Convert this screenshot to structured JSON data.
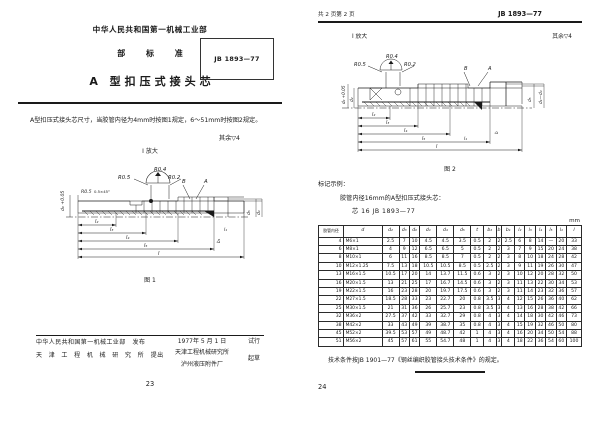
{
  "left_page": {
    "ministry": "中华人民共和国第一机械工业部",
    "standard_word": "部  标  准",
    "doc_title": "A 型扣压式接头芯",
    "std_number": "JB 1893—77",
    "body_text": "A型扣压式接头芯尺寸，当胶管内径为4mm时按图1规定，6～51mm时按图2规定。",
    "surface_note": "其余▽4",
    "figure_enlarge_label": "I 放大",
    "figure_caption": "图 1",
    "dim_labels": {
      "r04": "R0.4",
      "r05": "R0.5",
      "r02": "R0.2",
      "detail_b": "B",
      "detail_a": "A",
      "chamfer": "0.5×45°",
      "d_tol": "d₀ +0.05",
      "l2": "l₂",
      "l3": "l₃",
      "l4": "l₄",
      "l5": "l₅",
      "l1": "l₁",
      "l": "l",
      "d5": "d₅",
      "d1": "d₁",
      "d2": "d₂",
      "b": "b",
      "b1": "b₁",
      "t": "t"
    },
    "footer": {
      "issuer": "中华人民共和国第一机械工业部",
      "issuer_tag": "发布",
      "proposer": "天 津 工 程 机 械 研 究 所",
      "proposer_tag": "提出",
      "date": "1977年 5 月 1 日",
      "date_tag": "试行",
      "drafter_line1": "天津工程机械研究所",
      "drafter_line2": "泸州液压附件厂",
      "drafter_tag": "起草"
    },
    "page_number": "23"
  },
  "right_page": {
    "page_of": "共 2 页第 2 页",
    "std_number": "JB 1893—77",
    "figure_enlarge_label": "I 放大",
    "surface_note": "其余▽4",
    "figure_caption": "图 2",
    "mark_title": "标记示例：",
    "mark_line1": "胶管内径16mm的A型扣压式接头芯：",
    "mark_line2": "芯  16   JB 1893—77",
    "unit": "mm",
    "dim_labels": {
      "r04": "R0.4",
      "r05": "R0.5",
      "r02": "R0.2",
      "detail_b": "B",
      "detail_a": "A"
    },
    "tech_note": "技术条件按JB 1901—77《钢丝编织胶管接头技术条件》的规定。",
    "page_number": "24"
  },
  "table": {
    "headers": [
      "胶管内径",
      "d",
      "d₂",
      "d₃",
      "d₀",
      "d₁",
      "d₄",
      "d₅",
      "t",
      "b₂",
      "b",
      "b₁",
      "l₂",
      "l₃",
      "l₄",
      "l₅",
      "l₁",
      "l"
    ],
    "rows": [
      [
        "4",
        "M6×1",
        "2.5",
        "7",
        "10",
        "4.5",
        "4.5",
        "3.5",
        "0.5",
        "2",
        "2",
        "2.5",
        "6",
        "8",
        "14",
        "—",
        "20",
        "33"
      ],
      [
        "6",
        "M8×1",
        "4",
        "9",
        "12",
        "6.5",
        "6.5",
        "5",
        "0.5",
        "2",
        "2",
        "3",
        "7",
        "9",
        "15",
        "20",
        "24",
        "38"
      ],
      [
        "8",
        "M10×1",
        "6",
        "11",
        "16",
        "8.5",
        "8.5",
        "7",
        "0.5",
        "2",
        "2",
        "3",
        "8",
        "10",
        "18",
        "24",
        "28",
        "42"
      ],
      [
        "10",
        "M12×1.25",
        "7.5",
        "13",
        "18",
        "10.5",
        "10.5",
        "8.5",
        "0.5",
        "2.5",
        "2",
        "3",
        "9",
        "11",
        "19",
        "26",
        "30",
        "47"
      ],
      [
        "13",
        "M16×1.5",
        "10.5",
        "17",
        "20",
        "14",
        "13.7",
        "11.5",
        "0.6",
        "3",
        "2",
        "3",
        "10",
        "12",
        "20",
        "28",
        "32",
        "50"
      ],
      [
        "16",
        "M20×1.5",
        "13",
        "21",
        "25",
        "17",
        "16.7",
        "14.5",
        "0.6",
        "3",
        "2",
        "3",
        "11",
        "13",
        "22",
        "30",
        "34",
        "53"
      ],
      [
        "19",
        "M22×1.5",
        "16",
        "23",
        "28",
        "20",
        "19.7",
        "17.5",
        "0.6",
        "3",
        "2",
        "3",
        "11",
        "14",
        "23",
        "32",
        "36",
        "57"
      ],
      [
        "22",
        "M27×1.5",
        "18.5",
        "28",
        "33",
        "23",
        "22.7",
        "20",
        "0.8",
        "3.5",
        "3",
        "4",
        "12",
        "15",
        "26",
        "36",
        "40",
        "62"
      ],
      [
        "25",
        "M30×1.5",
        "21",
        "31",
        "36",
        "26",
        "25.7",
        "23",
        "0.8",
        "3.5",
        "3",
        "4",
        "13",
        "16",
        "28",
        "38",
        "42",
        "66"
      ],
      [
        "32",
        "M36×2",
        "27.5",
        "37",
        "42",
        "33",
        "32.7",
        "29",
        "0.8",
        "4",
        "3",
        "4",
        "14",
        "18",
        "30",
        "42",
        "46",
        "73"
      ],
      [
        "38",
        "M42×2",
        "33",
        "43",
        "49",
        "39",
        "38.7",
        "35",
        "0.8",
        "4",
        "3",
        "4",
        "15",
        "19",
        "32",
        "46",
        "50",
        "80"
      ],
      [
        "45",
        "M52×2",
        "39.5",
        "53",
        "57",
        "49",
        "48.7",
        "42",
        "1",
        "4",
        "3",
        "4",
        "16",
        "20",
        "34",
        "50",
        "54",
        "88"
      ],
      [
        "51",
        "M56×2",
        "45",
        "57",
        "61",
        "55",
        "54.7",
        "48",
        "1",
        "4",
        "3",
        "4",
        "18",
        "22",
        "36",
        "54",
        "60",
        "100"
      ]
    ]
  }
}
